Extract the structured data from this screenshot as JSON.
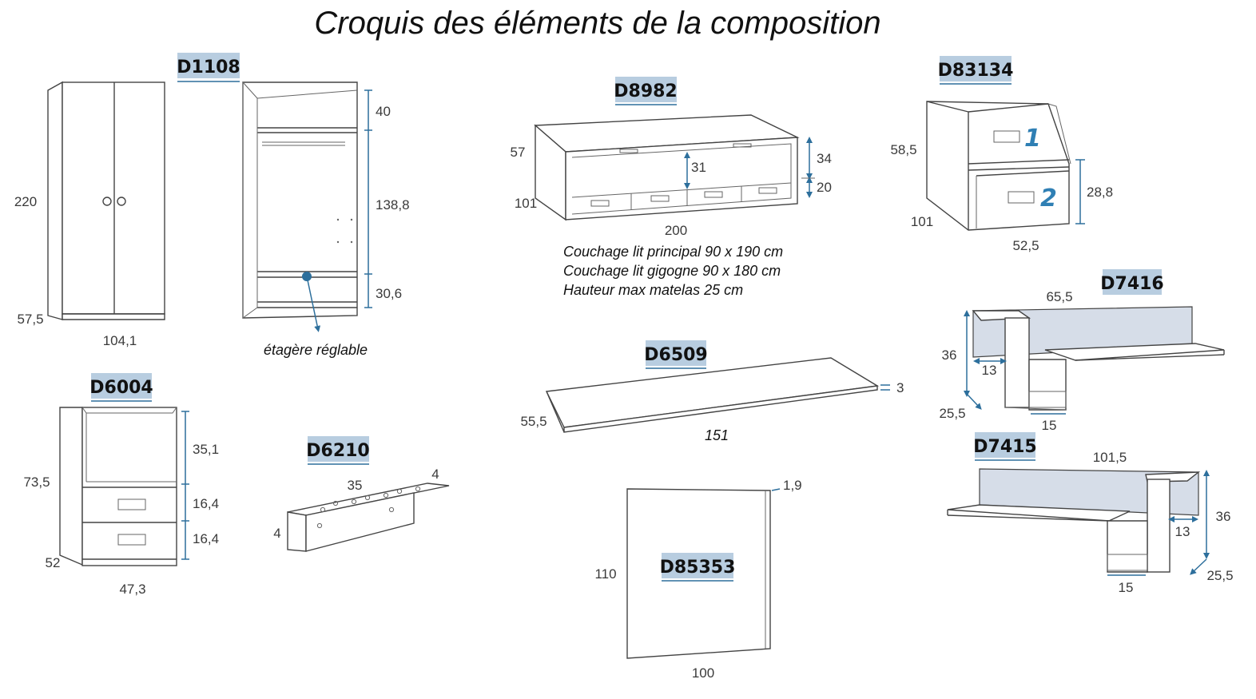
{
  "title": "Croquis des éléments de la composition",
  "colors": {
    "badge_bg": "#b8cde0",
    "dimension_line": "#2d6f9c",
    "number_accent": "#2f7fb4",
    "panel": "#d6dde8"
  },
  "items": {
    "d1108": {
      "code": "D1108",
      "dims": {
        "height": "220",
        "depth": "57,5",
        "width": "104,1",
        "top": "40",
        "middle": "138,8",
        "bottom": "30,6"
      },
      "note": "étagère réglable"
    },
    "d8982": {
      "code": "D8982",
      "dims": {
        "height": "57",
        "depth": "101",
        "inner": "31",
        "top_part": "34",
        "drawers": "20",
        "width": "200"
      },
      "notes": [
        "Couchage lit principal 90 x 190 cm",
        "Couchage lit gigogne 90 x 180 cm",
        "Hauteur max matelas 25 cm"
      ]
    },
    "d83134": {
      "code": "D83134",
      "dims": {
        "height": "58,5",
        "depth": "101",
        "width": "52,5",
        "lower": "28,8"
      },
      "labels": [
        "1",
        "2"
      ]
    },
    "d7416": {
      "code": "D7416",
      "dims": {
        "width": "65,5",
        "height": "36",
        "inner": "13",
        "depth": "25,5",
        "bottom": "15"
      }
    },
    "d6509": {
      "code": "D6509",
      "dims": {
        "depth": "55,5",
        "width": "151",
        "thickness": "3"
      }
    },
    "d6004": {
      "code": "D6004",
      "dims": {
        "height": "73,5",
        "depth": "52",
        "width": "47,3",
        "top": "35,1",
        "drawer1": "16,4",
        "drawer2": "16,4"
      }
    },
    "d6210": {
      "code": "D6210",
      "dims": {
        "length": "35",
        "depth": "4",
        "height": "4"
      }
    },
    "d85353": {
      "code": "D85353",
      "dims": {
        "height": "110",
        "width": "100",
        "thickness": "1,9"
      }
    },
    "d7415": {
      "code": "D7415",
      "dims": {
        "width": "101,5",
        "height": "36",
        "inner": "13",
        "depth": "25,5",
        "bottom": "15"
      }
    }
  }
}
